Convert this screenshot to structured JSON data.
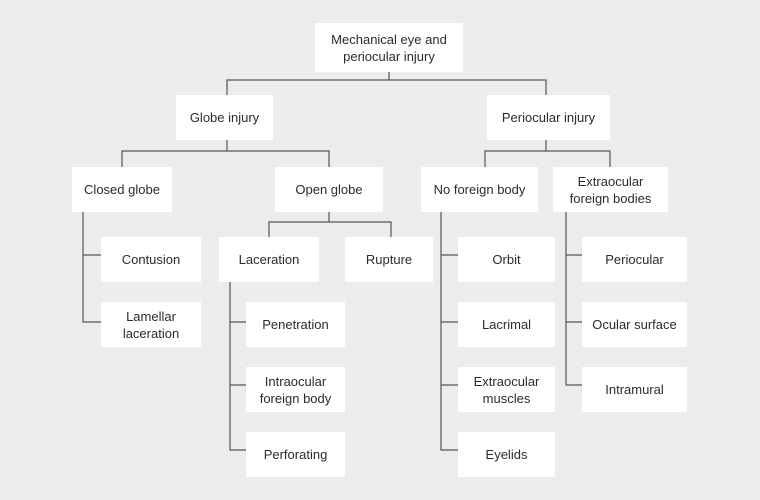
{
  "diagram": {
    "root": "Mechanical eye and periocular injury",
    "globe_injury": "Globe injury",
    "periocular_injury": "Periocular injury",
    "closed_globe": "Closed globe",
    "open_globe": "Open globe",
    "no_foreign_body": "No foreign body",
    "extraocular_foreign_bodies": "Extraocular foreign bodies",
    "contusion": "Contusion",
    "lamellar_laceration": "Lamellar laceration",
    "laceration": "Laceration",
    "rupture": "Rupture",
    "penetration": "Penetration",
    "intraocular_foreign_body": "Intraocular foreign body",
    "perforating": "Perforating",
    "orbit": "Orbit",
    "lacrimal": "Lacrimal",
    "extraocular_muscles": "Extraocular muscles",
    "eyelids": "Eyelids",
    "periocular": "Periocular",
    "ocular_surface": "Ocular surface",
    "intramural": "Intramural"
  },
  "colors": {
    "background": "#ececec",
    "node": "#ffffff",
    "connector": "#555555"
  }
}
